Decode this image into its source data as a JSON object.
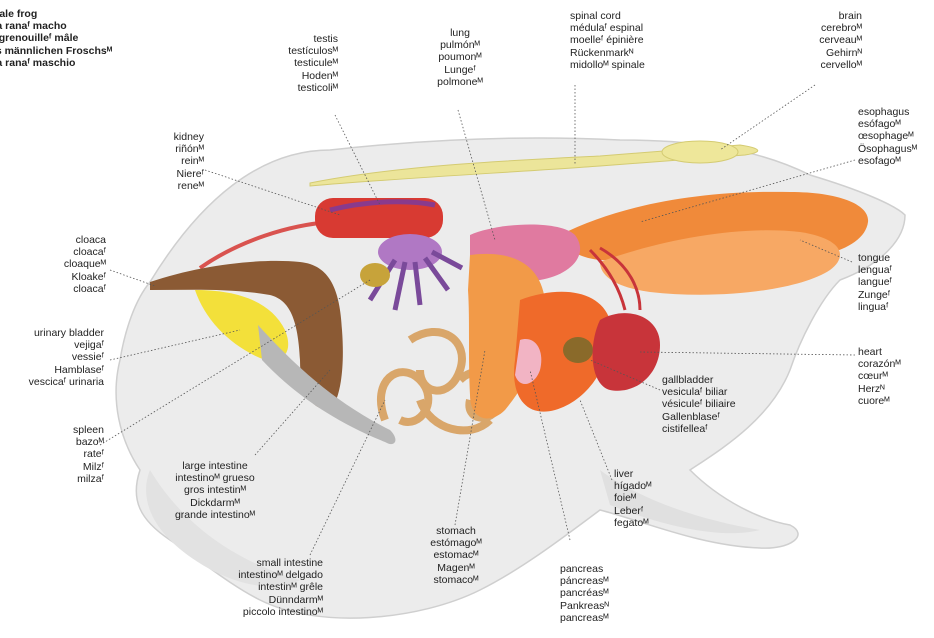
{
  "title": {
    "lines": [
      "male frog",
      "na ranaᶠ macho",
      "a grenouilleᶠ mâle",
      "es männlichen Froschsᴹ",
      "na ranaᶠ maschio"
    ]
  },
  "organs": {
    "testis": [
      "testis",
      "testículosᴹ",
      "testiculeᴹ",
      "Hodenᴹ",
      "testicoliᴹ"
    ],
    "lung": [
      "lung",
      "pulmónᴹ",
      "poumonᴹ",
      "Lungeᶠ",
      "polmoneᴹ"
    ],
    "spinal_cord": [
      "spinal cord",
      "médulaᶠ espinal",
      "moelleᶠ épinière",
      "Rückenmarkᴺ",
      "midolloᴹ spinale"
    ],
    "brain": [
      "brain",
      "cerebroᴹ",
      "cerveauᴹ",
      "Gehirnᴺ",
      "cervelloᴹ"
    ],
    "kidney": [
      "kidney",
      "riñónᴹ",
      "reinᴹ",
      "Niereᶠ",
      "reneᴹ"
    ],
    "esophagus": [
      "esophagus",
      "esófagoᴹ",
      "œsophageᴹ",
      "Ösophagusᴹ",
      "esofagoᴹ"
    ],
    "cloaca": [
      "cloaca",
      "cloacaᶠ",
      "cloaqueᴹ",
      "Kloakeᶠ",
      "cloacaᶠ"
    ],
    "tongue": [
      "tongue",
      "lenguaᶠ",
      "langueᶠ",
      "Zungeᶠ",
      "linguaᶠ"
    ],
    "urinary_bladder": [
      "urinary bladder",
      "vejigaᶠ",
      "vessieᶠ",
      "Hamblaseᶠ",
      "vescicaᶠ urinaria"
    ],
    "heart": [
      "heart",
      "corazónᴹ",
      "cœurᴹ",
      "Herzᴺ",
      "cuoreᴹ"
    ],
    "gallbladder": [
      "gallbladder",
      "vesiculaᶠ biliar",
      "vésiculeᶠ biliaire",
      "Gallenblaseᶠ",
      "cistifelleaᶠ"
    ],
    "spleen": [
      "spleen",
      "bazoᴹ",
      "rateᶠ",
      "Milzᶠ",
      "milzaᶠ"
    ],
    "large_intestine": [
      "large intestine",
      "intestinoᴹ grueso",
      "gros intestinᴹ",
      "Dickdarmᴹ",
      "grande intestinoᴹ"
    ],
    "liver": [
      "liver",
      "hígadoᴹ",
      "foieᴹ",
      "Leberᶠ",
      "fegatoᴹ"
    ],
    "stomach": [
      "stomach",
      "estómagoᴹ",
      "estomacᴹ",
      "Magenᴹ",
      "stomacoᴹ"
    ],
    "small_intestine": [
      "small intestine",
      "intestinoᴹ delgado",
      "intestinᴹ grêle",
      "Dünndarmᴹ",
      "piccolo intestinoᴹ"
    ],
    "pancreas": [
      "pancreas",
      "páncreasᴹ",
      "pancréasᴹ",
      "Pankreasᴺ",
      "pancreasᴹ"
    ]
  },
  "colors": {
    "body": "#e9e9e9",
    "body_outline": "#c8c8c8",
    "testis": "#d83a32",
    "kidney_band": "#8a3a8c",
    "lung": "#e07aa0",
    "spinal_cord": "#ece59a",
    "esophagus": "#f08a3a",
    "tongue": "#f39a56",
    "cloaca": "#8b5a34",
    "bladder": "#f3e03a",
    "spleen": "#c7a33a",
    "large_intestine": "#9a6a3e",
    "small_intestine": "#d9a66a",
    "stomach": "#f29a48",
    "liver": "#ef6a2a",
    "heart": "#c8343a",
    "gallbladder": "#8a6a2a",
    "pancreas": "#f2b4c4",
    "purple_gland": "#b078c4",
    "leader_line": "#555555"
  }
}
